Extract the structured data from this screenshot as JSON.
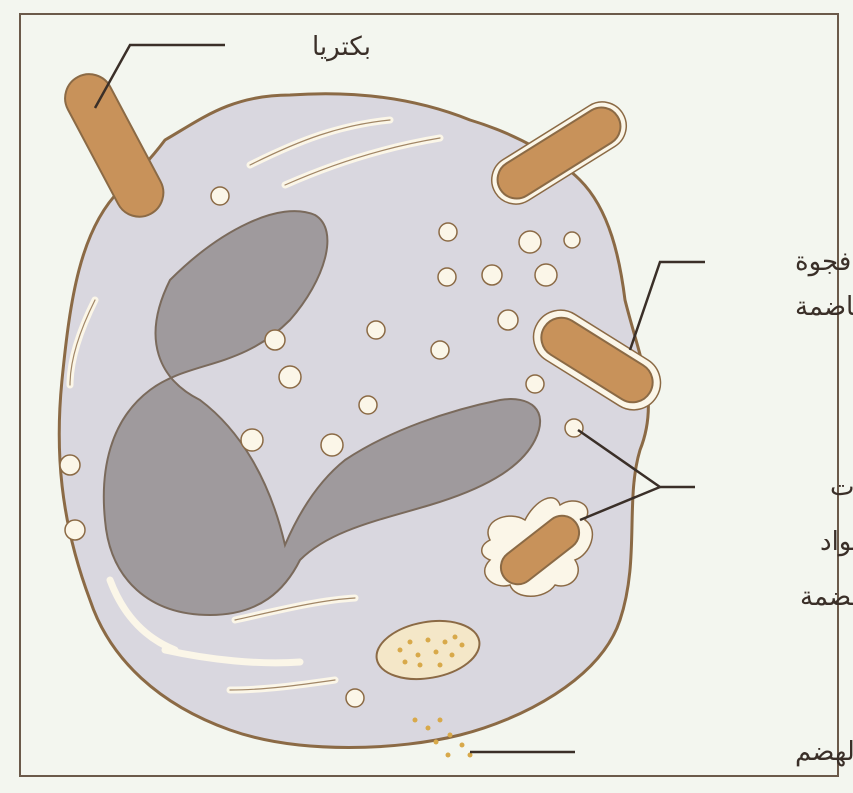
{
  "labels": {
    "bacteria": "بكتريا",
    "digestive_vacuole_line1": "فجوة",
    "digestive_vacuole_line2": "هاضمة",
    "vesicles_line1": "حويصلات",
    "vesicles_line2": "بها مواد",
    "vesicles_line3": "هضمة",
    "digestion_waste": "فضلات الهضم"
  },
  "colors": {
    "background": "#f3f6ef",
    "cytoplasm": "#d9d7df",
    "cell_outline": "#8b6a45",
    "nucleus": "#9f9a9d",
    "bacteria": "#c8925a",
    "membrane_highlight": "#fbf6e8",
    "label_text": "#3a2f28"
  }
}
